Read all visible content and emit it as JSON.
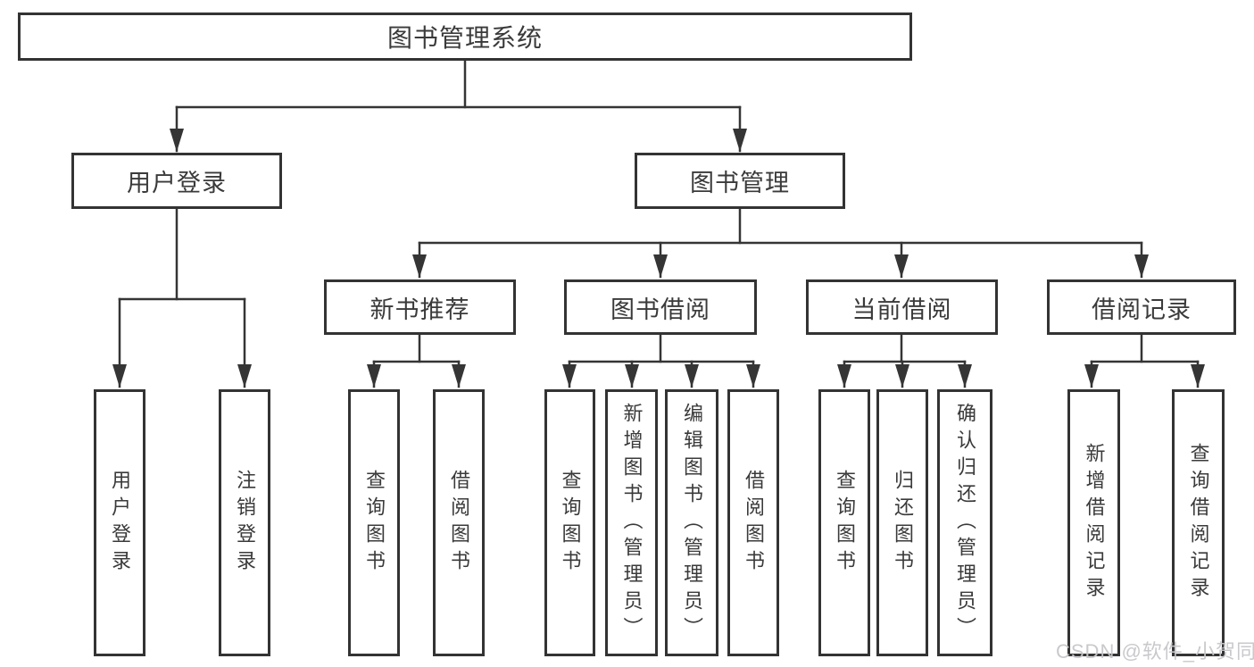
{
  "tree": {
    "label": "图书管理系统",
    "children": [
      {
        "label": "用户登录",
        "children": [
          {
            "label": "用户登录"
          },
          {
            "label": "注销登录"
          }
        ]
      },
      {
        "label": "图书管理",
        "children": [
          {
            "label": "新书推荐",
            "children": [
              {
                "label": "查询图书"
              },
              {
                "label": "借阅图书"
              }
            ]
          },
          {
            "label": "图书借阅",
            "children": [
              {
                "label": "查询图书"
              },
              {
                "label": "新增图书（管理员）"
              },
              {
                "label": "编辑图书（管理员）"
              },
              {
                "label": "借阅图书"
              }
            ]
          },
          {
            "label": "当前借阅",
            "children": [
              {
                "label": "查询图书"
              },
              {
                "label": "归还图书"
              },
              {
                "label": "确认归还（管理员）"
              }
            ]
          },
          {
            "label": "借阅记录",
            "children": [
              {
                "label": "新增借阅记录"
              },
              {
                "label": "查询借阅记录"
              }
            ]
          }
        ]
      }
    ]
  },
  "watermark": {
    "text": "CSDN @软件_小贺同学"
  },
  "colors": {
    "box_border": "#333333",
    "line": "#353535",
    "text": "#3a3a3a",
    "watermark": "#c7c7cb",
    "background": "#ffffff"
  }
}
